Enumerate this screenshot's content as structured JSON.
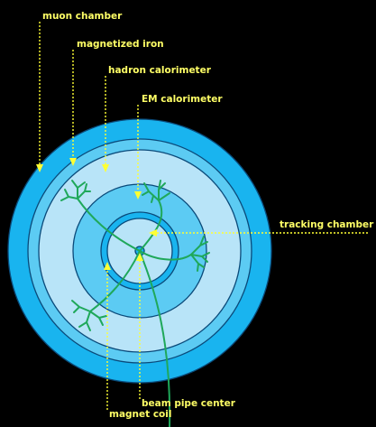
{
  "labels": {
    "muon_chamber": "muon chamber",
    "magnetized_iron": "magnetized iron",
    "hadron_calorimeter": "hadron calorimeter",
    "em_calorimeter": "EM calorimeter",
    "tracking_chamber": "tracking chamber",
    "beam_pipe_center": "beam pipe center",
    "magnet_coil": "magnet coil"
  },
  "colors": {
    "background": "#000000",
    "label_text": "#ffff66",
    "pointer": "#ffff33",
    "ring_blue": "#19b4ef",
    "ring_light": "#b8e4f8",
    "ring_mid": "#5ccbf3",
    "ring_edge": "#0a4a7a",
    "track": "#1fa85a"
  }
}
